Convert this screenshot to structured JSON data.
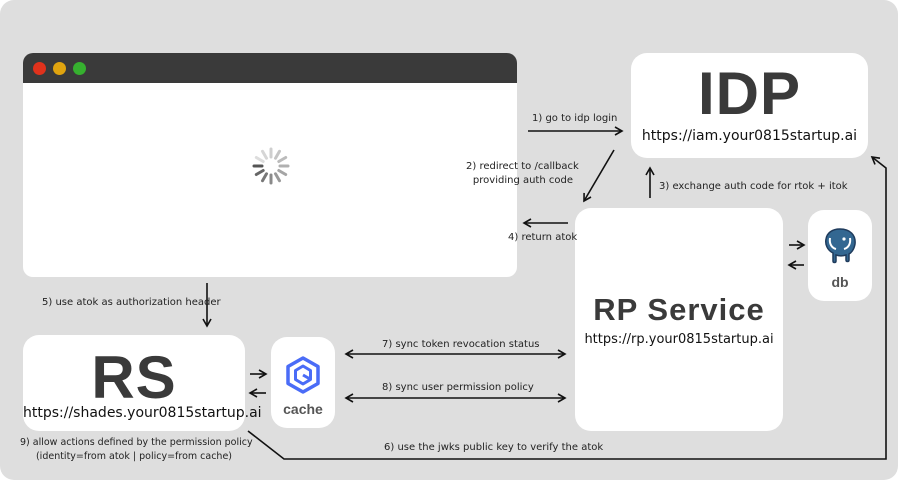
{
  "idp": {
    "title": "IDP",
    "url": "https://iam.your0815startup.ai"
  },
  "rp": {
    "title": "RP Service",
    "url": "https://rp.your0815startup.ai"
  },
  "rs": {
    "title": "RS",
    "url": "https://shades.your0815startup.ai"
  },
  "db": {
    "label": "db",
    "icon": "postgresql-elephant-icon"
  },
  "cache": {
    "label": "cache",
    "icon": "cache-hexagon-icon"
  },
  "browser": {
    "traffic_lights": [
      "#e0321c",
      "#e0a40f",
      "#36b02f"
    ],
    "content": "loading-spinner"
  },
  "steps": {
    "s1": "1) go to idp login",
    "s2_line1": "2) redirect to /callback",
    "s2_line2": "providing auth code",
    "s3": "3) exchange auth code for rtok + itok",
    "s4": "4) return atok",
    "s5": "5) use atok as authorization header",
    "s6": "6) use the jwks public key to verify the atok",
    "s7": "7) sync token revocation status",
    "s8": "8) sync user permission policy",
    "s9_line1": "9) allow actions defined by the permission policy",
    "s9_line2": "(identity=from atok | policy=from cache)"
  },
  "colors": {
    "background": "#dedede",
    "card": "#ffffff",
    "title_text": "#3a3a3a",
    "accent_blue": "#4a6cf7"
  }
}
